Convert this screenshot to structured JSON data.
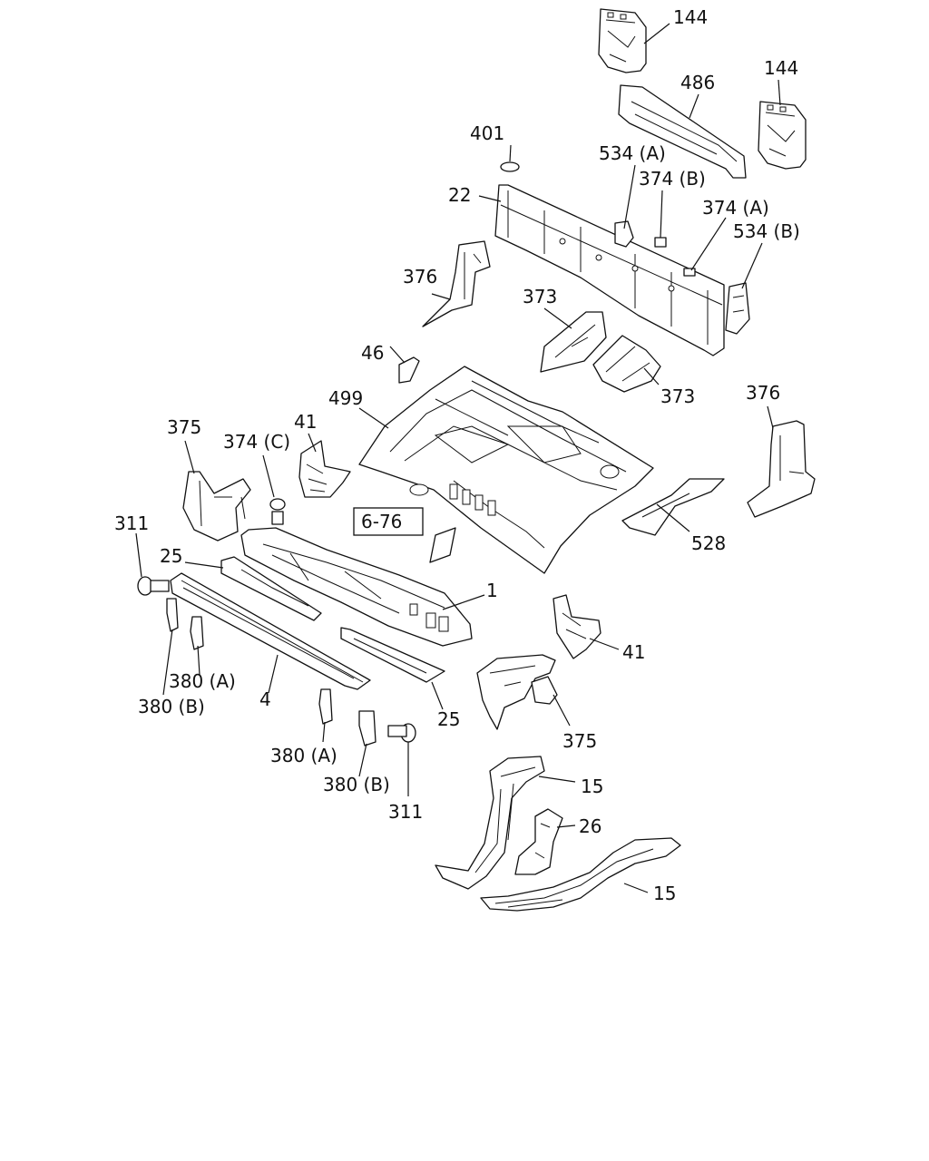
{
  "diagram": {
    "callouts": [
      {
        "id": "c144a",
        "label": "144"
      },
      {
        "id": "c486",
        "label": "486"
      },
      {
        "id": "c144b",
        "label": "144"
      },
      {
        "id": "c401",
        "label": "401"
      },
      {
        "id": "c534a",
        "label": "534 (A)"
      },
      {
        "id": "c374b",
        "label": "374 (B)"
      },
      {
        "id": "c22",
        "label": "22"
      },
      {
        "id": "c374a",
        "label": "374 (A)"
      },
      {
        "id": "c534b",
        "label": "534 (B)"
      },
      {
        "id": "c376a",
        "label": "376"
      },
      {
        "id": "c373a",
        "label": "373"
      },
      {
        "id": "c46",
        "label": "46"
      },
      {
        "id": "c373b",
        "label": "373"
      },
      {
        "id": "c499",
        "label": "499"
      },
      {
        "id": "c376b",
        "label": "376"
      },
      {
        "id": "c375a",
        "label": "375"
      },
      {
        "id": "c374c",
        "label": "374 (C)"
      },
      {
        "id": "c41a",
        "label": "41"
      },
      {
        "id": "c311a",
        "label": "311"
      },
      {
        "id": "c676",
        "label": "6-76"
      },
      {
        "id": "c528",
        "label": "528"
      },
      {
        "id": "c25a",
        "label": "25"
      },
      {
        "id": "c1",
        "label": "1"
      },
      {
        "id": "c41b",
        "label": "41"
      },
      {
        "id": "c380a1",
        "label": "380 (A)"
      },
      {
        "id": "c380b1",
        "label": "380 (B)"
      },
      {
        "id": "c4",
        "label": "4"
      },
      {
        "id": "c25b",
        "label": "25"
      },
      {
        "id": "c375b",
        "label": "375"
      },
      {
        "id": "c380a2",
        "label": "380 (A)"
      },
      {
        "id": "c380b2",
        "label": "380 (B)"
      },
      {
        "id": "c311b",
        "label": "311"
      },
      {
        "id": "c15a",
        "label": "15"
      },
      {
        "id": "c26",
        "label": "26"
      },
      {
        "id": "c15b",
        "label": "15"
      }
    ]
  }
}
